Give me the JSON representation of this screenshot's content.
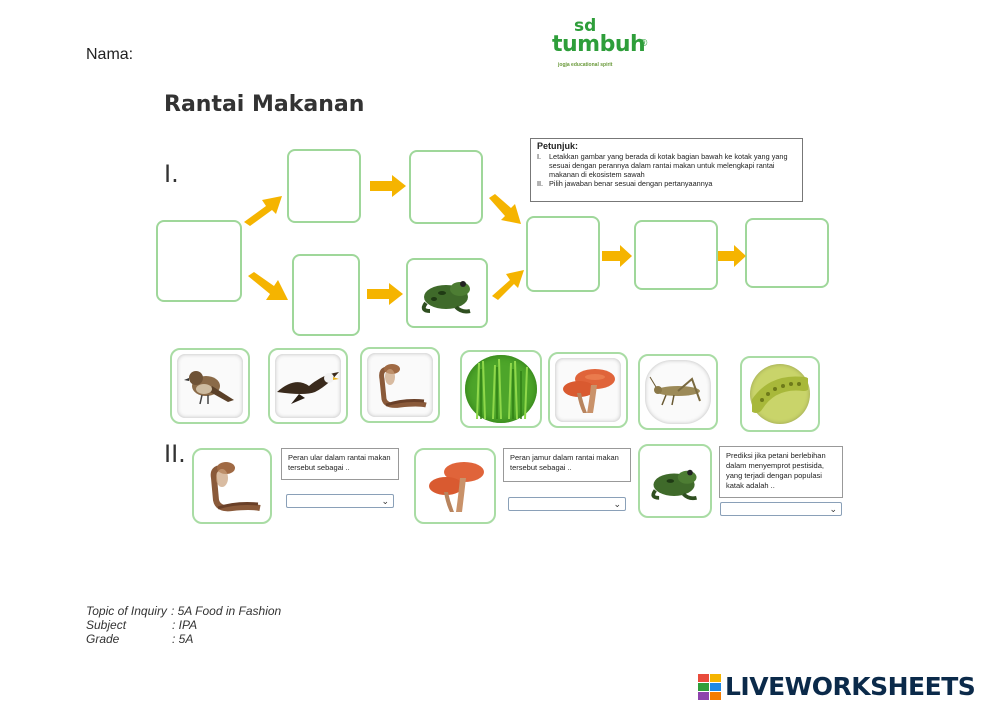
{
  "header": {
    "name_label": "Nama:",
    "logo": {
      "sd": "sd",
      "main": "tumbuh",
      "reg": "®",
      "tagline": "jogja educational spirit"
    },
    "title": "Rantai Makanan"
  },
  "section1": {
    "numeral": "I."
  },
  "section2": {
    "numeral": "II."
  },
  "instructions": {
    "heading": "Petunjuk:",
    "items": [
      {
        "num": "I.",
        "text": "Letakkan gambar yang berada di kotak bagian bawah ke  kotak yang yang sesuai dengan perannya dalam rantai makan untuk melengkapi rantai makanan di ekosistem sawah"
      },
      {
        "num": "II.",
        "text": "Pilih jawaban benar  sesuai dengan pertanyaannya"
      }
    ]
  },
  "images": [
    {
      "icon": "sparrow-icon"
    },
    {
      "icon": "eagle-icon"
    },
    {
      "icon": "snake-icon"
    },
    {
      "icon": "rice-plant-icon"
    },
    {
      "icon": "mushroom-icon"
    },
    {
      "icon": "grasshopper-icon"
    },
    {
      "icon": "caterpillar-icon"
    }
  ],
  "questions": [
    {
      "text": "Peran ular dalam rantai makan tersebut sebagai ..",
      "selected": ""
    },
    {
      "text": "Peran jamur  dalam rantai makan tersebut sebagai ..",
      "selected": ""
    },
    {
      "text": "Prediksi  jika petani berlebihan dalam menyemprot pestisida, yang terjadi dengan populasi katak adalah ..",
      "selected": ""
    }
  ],
  "footer": {
    "topic_label": "Topic of Inquiry",
    "topic_value": ": 5A Food in Fashion",
    "subject_label": "Subject",
    "subject_value": ": IPA",
    "grade_label": "Grade",
    "grade_value": ": 5A"
  },
  "brand": {
    "text": "LIVEWORKSHEETS",
    "color": "#0b2a4a"
  },
  "colors": {
    "box_border": "#9fd79a",
    "arrow": "#f5b400",
    "logo_green": "#2e9e3a"
  }
}
